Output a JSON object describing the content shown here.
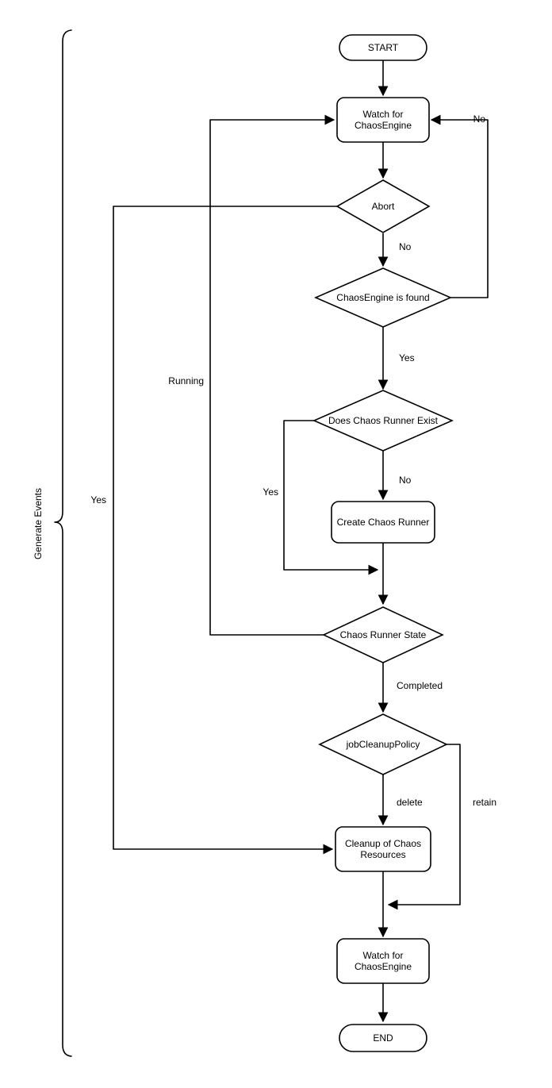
{
  "diagram": {
    "type": "flowchart",
    "bracket_label": "Generate Events",
    "colors": {
      "stroke": "#000000",
      "fill": "#ffffff",
      "text": "#000000"
    },
    "nodes": {
      "start": "START",
      "watch1_line1": "Watch for",
      "watch1_line2": "ChaosEngine",
      "abort": "Abort",
      "engine_found": "ChaosEngine is found",
      "runner_exist": "Does Chaos Runner Exist",
      "create_runner": "Create Chaos Runner",
      "runner_state": "Chaos Runner State",
      "job_cleanup_policy": "jobCleanupPolicy",
      "cleanup_line1": "Cleanup of Chaos",
      "cleanup_line2": "Resources",
      "watch2_line1": "Watch for",
      "watch2_line2": "ChaosEngine",
      "end": "END"
    },
    "edge_labels": {
      "abort_no": "No",
      "found_no": "No",
      "found_yes": "Yes",
      "runner_exist_no": "No",
      "runner_exist_yes": "Yes",
      "state_running": "Running",
      "state_completed": "Completed",
      "policy_delete": "delete",
      "policy_retain": "retain",
      "abort_yes": "Yes"
    }
  }
}
